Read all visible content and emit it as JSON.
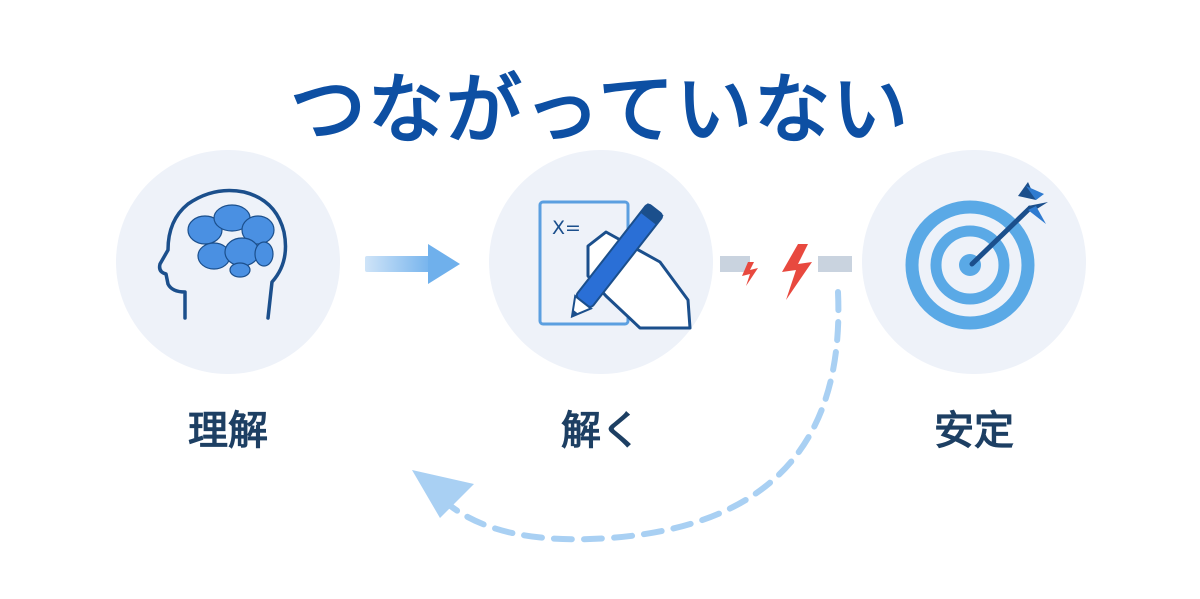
{
  "title": "つながっていない",
  "steps": [
    {
      "label": "理解",
      "icon": "brain-head-icon"
    },
    {
      "label": "解く",
      "icon": "hand-writing-equation-icon",
      "formula": "X="
    },
    {
      "label": "安定",
      "icon": "target-arrow-icon"
    }
  ],
  "colors": {
    "title": "#0d4fa3",
    "label": "#1d3f63",
    "circle_bg": "#eef2f9",
    "icon_line": "#1b4f8c",
    "brain": "#4a90e2",
    "pen": "#2a6fd6",
    "target": "#5aa9e6",
    "arrow_light": "#9fcbf2",
    "break_line": "#c9d3df",
    "bolt": "#e8493f"
  },
  "connections": [
    {
      "from": "理解",
      "to": "解く",
      "style": "solid-arrow"
    },
    {
      "from": "解く",
      "to": "安定",
      "style": "broken-link"
    },
    {
      "from": "安定",
      "to": "理解",
      "style": "dashed-return-arrow"
    }
  ]
}
